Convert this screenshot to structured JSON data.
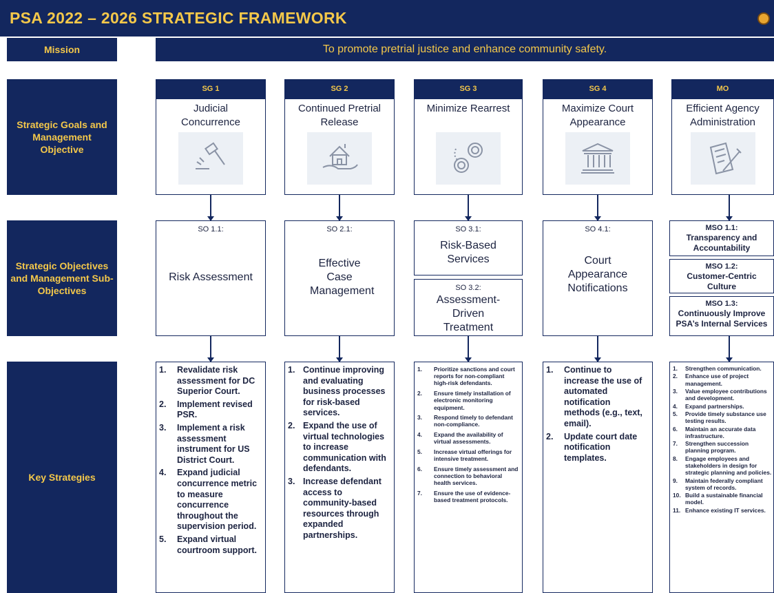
{
  "title": "PSA 2022 – 2026 STRATEGIC FRAMEWORK",
  "colors": {
    "navy": "#13275e",
    "gold": "#f4c84a",
    "tile": "#ecf0f5"
  },
  "mission": {
    "label": "Mission",
    "text": "To promote pretrial justice and enhance community safety."
  },
  "row_labels": {
    "goals": "Strategic Goals and Management Objective",
    "objectives": "Strategic Objectives and Management Sub-Objectives",
    "strategies": "Key Strategies"
  },
  "goals": [
    {
      "code": "SG 1",
      "title": "Judicial Concurrence",
      "icon": "gavel-icon"
    },
    {
      "code": "SG 2",
      "title": "Continued Pretrial Release",
      "icon": "house-in-hand-icon"
    },
    {
      "code": "SG 3",
      "title": "Minimize Rearrest",
      "icon": "handcuffs-icon"
    },
    {
      "code": "SG 4",
      "title": "Maximize Court Appearance",
      "icon": "courthouse-icon"
    },
    {
      "code": "MO",
      "title": "Efficient Agency Administration",
      "icon": "document-pen-icon"
    }
  ],
  "objectives": {
    "so1": {
      "code": "SO 1.1:",
      "name": "Risk Assessment"
    },
    "so2": {
      "code": "SO 2.1:",
      "name": "Effective Case Management"
    },
    "so3a": {
      "code": "SO 3.1:",
      "name": "Risk-Based Services"
    },
    "so3b": {
      "code": "SO 3.2:",
      "name": "Assessment-Driven Treatment"
    },
    "so4": {
      "code": "SO 4.1:",
      "name": "Court Appearance Notifications"
    },
    "mso": [
      {
        "code": "MSO 1.1:",
        "name": "Transparency and Accountability"
      },
      {
        "code": "MSO 1.2:",
        "name": "Customer-Centric Culture"
      },
      {
        "code": "MSO 1.3:",
        "name": "Continuously Improve PSA’s Internal Services"
      }
    ]
  },
  "strategies": {
    "sg1": [
      {
        "n": "1.",
        "text": "Revalidate risk assessment for DC Superior Court."
      },
      {
        "n": "2.",
        "text": "Implement revised PSR."
      },
      {
        "n": "3.",
        "text": "Implement a risk assessment instrument for US District Court."
      },
      {
        "n": "4.",
        "text": "Expand judicial concurrence metric to measure concurrence throughout the supervision period."
      },
      {
        "n": "5.",
        "text": "Expand virtual courtroom support."
      }
    ],
    "sg2": [
      {
        "n": "1.",
        "text": "Continue improving and evaluating business processes for risk-based services."
      },
      {
        "n": "2.",
        "text": "Expand the use of virtual technologies to increase communication with defendants."
      },
      {
        "n": "3.",
        "text": "Increase defendant access to community-based resources through expanded partnerships."
      }
    ],
    "sg3": [
      {
        "n": "1.",
        "text": "Prioritize sanctions and court reports for non-compliant high-risk defendants."
      },
      {
        "n": "2.",
        "text": "Ensure timely installation of electronic monitoring equipment."
      },
      {
        "n": "3.",
        "text": "Respond timely to defendant non-compliance."
      },
      {
        "n": "4.",
        "text": "Expand the availability of virtual assessments."
      },
      {
        "n": "5.",
        "text": "Increase virtual offerings for intensive treatment."
      },
      {
        "n": "6.",
        "text": "Ensure timely assessment and connection to behavioral health services."
      },
      {
        "n": "7.",
        "text": "Ensure the use of evidence-based treatment protocols."
      }
    ],
    "sg4": [
      {
        "n": "1.",
        "text": "Continue to increase the use of automated notification methods (e.g., text, email)."
      },
      {
        "n": "2.",
        "text": "Update court date notification templates."
      }
    ],
    "mo": [
      {
        "n": "1.",
        "text": "Strengthen communication."
      },
      {
        "n": "2.",
        "text": "Enhance use of project management."
      },
      {
        "n": "3.",
        "text": "Value employee contributions and development."
      },
      {
        "n": "4.",
        "text": "Expand partnerships."
      },
      {
        "n": "5.",
        "text": "Provide timely substance use testing results."
      },
      {
        "n": "6.",
        "text": "Maintain an accurate data infrastructure."
      },
      {
        "n": "7.",
        "text": "Strengthen succession planning program."
      },
      {
        "n": "8.",
        "text": "Engage employees and stakeholders in design for strategic planning and policies."
      },
      {
        "n": "9.",
        "text": "Maintain federally compliant system of records."
      },
      {
        "n": "10.",
        "text": "Build a sustainable financial model."
      },
      {
        "n": "11.",
        "text": "Enhance existing IT services."
      }
    ]
  }
}
